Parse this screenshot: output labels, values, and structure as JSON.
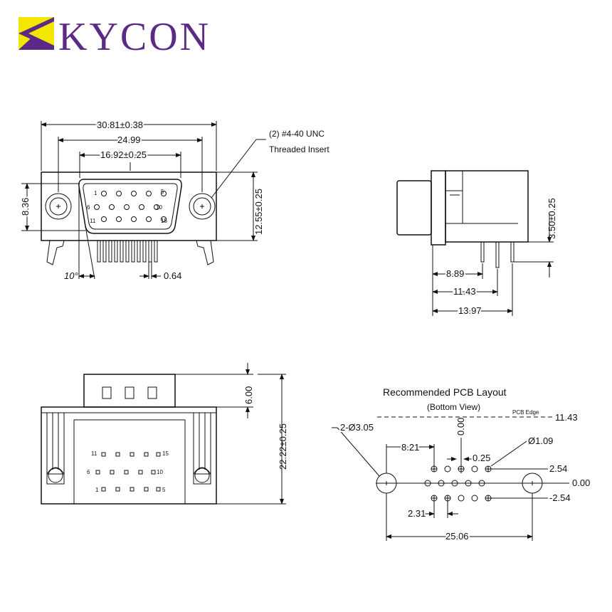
{
  "logo": {
    "brand": "KYCON",
    "colors": {
      "purple": "#5b2a86",
      "yellow": "#f3e600"
    },
    "icon": "kycon-triangle-icon"
  },
  "front_view": {
    "width_overall": "30.81±0.38",
    "mount_hole_spacing": "24.99",
    "shell_width": "16.92±0.25",
    "height": "8.36",
    "height_total": "12.55±0.25",
    "angle": "10°",
    "pin_pitch": "0.64",
    "insert_note_line1": "(2) #4-40 UNC",
    "insert_note_line2": "Threaded Insert",
    "pin_labels": [
      "1",
      "5",
      "6",
      "10",
      "11",
      "15"
    ]
  },
  "side_view": {
    "dim_a": "8.89",
    "dim_b": "11.43",
    "dim_c": "13.97",
    "height": "3.50±0.25"
  },
  "bottom_view": {
    "shell_height": "6.00",
    "total_height": "22.22±0.25",
    "pin_labels": [
      "11",
      "15",
      "6",
      "10",
      "1",
      "5"
    ]
  },
  "pcb_layout": {
    "title": "Recommended PCB Layout",
    "subtitle": "(Bottom View)",
    "pcb_edge_label": "PCB Edge",
    "pcb_edge_dim": "11.43",
    "mount_hole": "2-Ø3.05",
    "zero_x": "0.00",
    "dim_821": "8.21",
    "dim_025": "0.25",
    "pin_hole": "Ø1.09",
    "row_top": "2.54",
    "row_mid": "0.00",
    "row_bot": "-2.54",
    "dim_231": "2.31",
    "hole_spacing": "25.06"
  }
}
